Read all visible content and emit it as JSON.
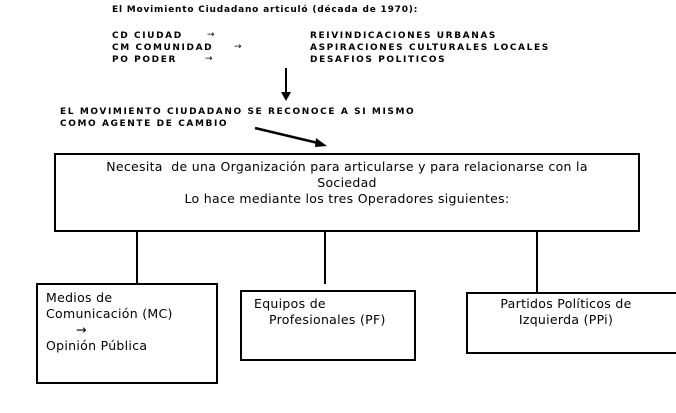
{
  "header": "El Movimiento Ciudadano articuló (década de 1970):",
  "rows": [
    {
      "left": "CD CIUDAD",
      "right": "REIVINDICACIONES URBANAS"
    },
    {
      "left": "CM COMUNIDAD",
      "right": "ASPIRACIONES CULTURALES LOCALES"
    },
    {
      "left": "PO PODER",
      "right": "DESAFIOS POLITICOS"
    }
  ],
  "arrow": "→",
  "agent_line1": "EL MOVIMIENTO CIUDADANO SE RECONOCE A SI MISMO",
  "agent_line2": "COMO AGENTE DE CAMBIO",
  "main_box": {
    "line1": "Necesita  de una Organización para articularse y para relacionarse con la",
    "line2": "Sociedad",
    "line3": "Lo hace mediante los tres Operadores siguientes:"
  },
  "operators": {
    "mc": {
      "line1": "Medios de",
      "line2": "Comunicación (MC)",
      "arrow": "→",
      "line3": "Opinión Pública"
    },
    "pf": {
      "line1": "Equipos de",
      "line2": "Profesionales (PF)"
    },
    "ppi": {
      "line1": "Partidos Políticos de",
      "line2": "Izquierda (PPi)"
    }
  }
}
